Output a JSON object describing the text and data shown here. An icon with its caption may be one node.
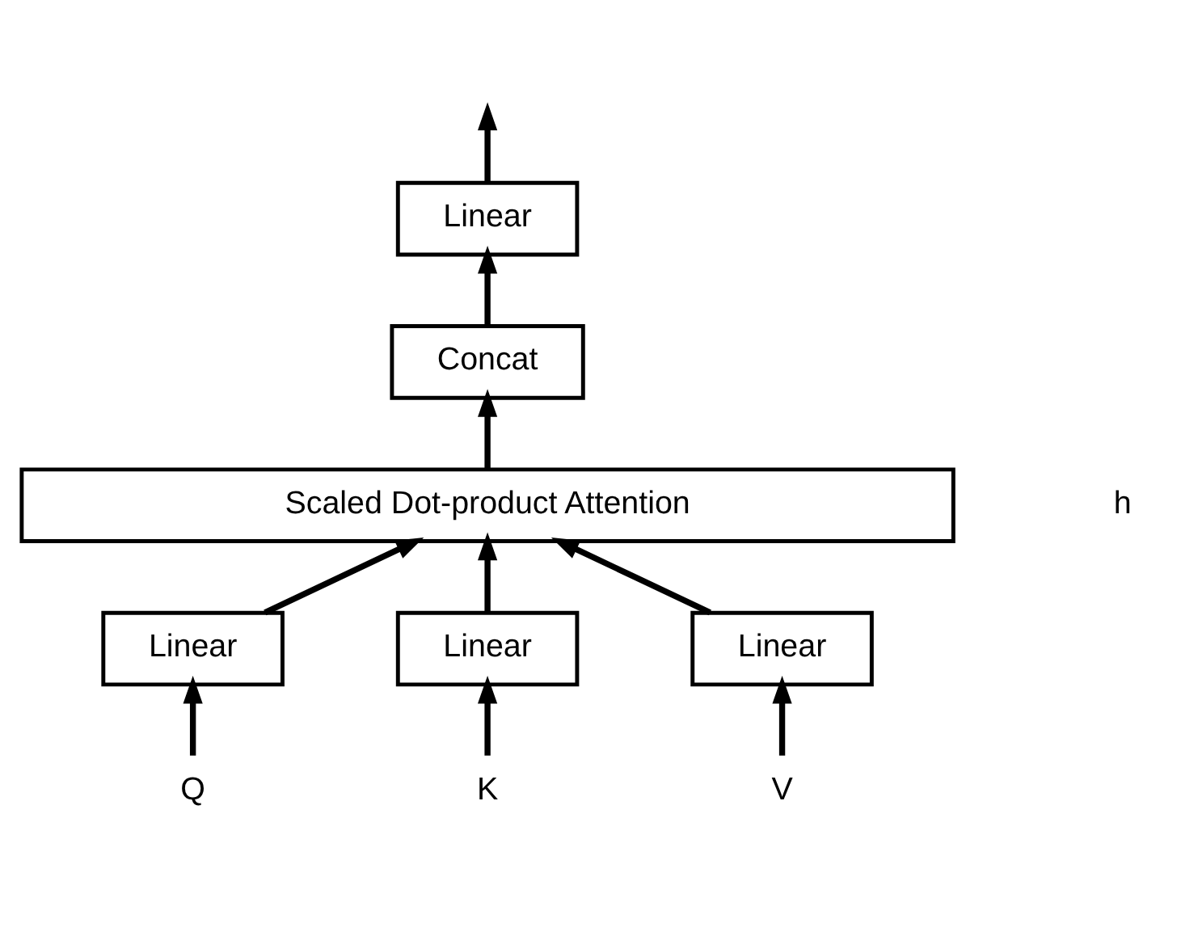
{
  "diagram": {
    "nodes": [
      {
        "text": [
          "Linear"
        ]
      },
      {
        "text": [
          "Concat"
        ]
      },
      {
        "text": [
          "Scaled Dot-product Attention"
        ]
      },
      {
        "text": [
          "Linear"
        ]
      },
      {
        "text": [
          "Linear"
        ]
      },
      {
        "text": [
          "Linear"
        ]
      },
      {
        "text": [
          "Q"
        ]
      },
      {
        "text": [
          "K"
        ]
      },
      {
        "text": [
          "V"
        ]
      }
    ],
    "edges": [
      {
        "from": 6,
        "to": 3,
        "arrow": "to"
      },
      {
        "from": 7,
        "to": 4,
        "arrow": "to"
      },
      {
        "from": 8,
        "to": 5,
        "arrow": "to"
      },
      {
        "from": 3,
        "to": 2,
        "arrow": "to"
      },
      {
        "from": 4,
        "to": 2,
        "arrow": "to"
      },
      {
        "from": 5,
        "to": 2,
        "arrow": "to"
      },
      {
        "from": 2,
        "to": 1,
        "arrow": "to"
      },
      {
        "from": 1,
        "to": 0,
        "arrow": "to"
      },
      {
        "from": 0,
        "to": null,
        "arrow": "to"
      }
    ],
    "labels": [
      "h"
    ]
  }
}
